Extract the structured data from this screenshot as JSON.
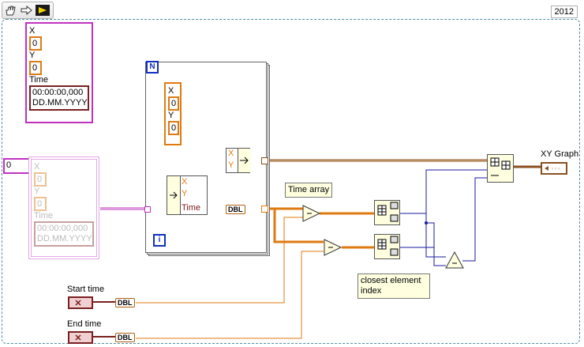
{
  "version_badge": "2012",
  "toolbar": {
    "run_icon": "run-arrow-icon",
    "hand_icon": "hand-icon",
    "arrow_icon": "step-arrow-icon"
  },
  "cluster_top": {
    "x_label": "X",
    "x_value": "0",
    "y_label": "Y",
    "y_value": "0",
    "time_label": "Time",
    "time_line1": "00:00:00,000",
    "time_line2": "DD.MM.YYYY"
  },
  "cluster_array": {
    "index": "0",
    "x_label": "X",
    "x_value": "0",
    "y_label": "Y",
    "y_value": "0",
    "time_label": "Time",
    "time_line1": "00:00:00,000",
    "time_line2": "DD.MM.YYYY"
  },
  "loop": {
    "n_terminal": "N",
    "i_terminal": "i"
  },
  "cluster_inner": {
    "x_label": "X",
    "x_value": "0",
    "y_label": "Y",
    "y_value": "0"
  },
  "unbundle": {
    "x": "X",
    "y": "Y",
    "time": "Time"
  },
  "bundle": {
    "x": "X",
    "y": "Y"
  },
  "labels": {
    "dbl": "DBL",
    "time_array": "Time array",
    "closest": "closest element index",
    "start_time": "Start time",
    "end_time": "End time",
    "xy_graph": "XY Graph"
  },
  "colors": {
    "cluster": "#c030c0",
    "numeric": "#e07a10",
    "timestamp": "#7a2020",
    "loop_index": "#1030c0",
    "wire_orange": "#e07a10",
    "wire_blue": "#1a1aa0"
  }
}
